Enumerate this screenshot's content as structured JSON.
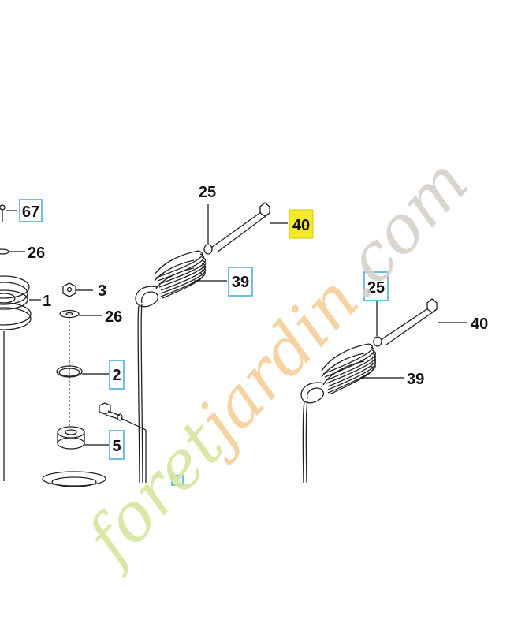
{
  "callouts": {
    "c67": "67",
    "c26a": "26",
    "c1": "1",
    "c3": "3",
    "c26b": "26",
    "c2": "2",
    "c5": "5",
    "c25a": "25",
    "c40a": "40",
    "c39a": "39",
    "c25b": "25",
    "c40b": "40",
    "c39b": "39"
  },
  "watermark": {
    "foret": "foret",
    "jardin": "jardin",
    "dotcom": ".com",
    "colors": {
      "green": "#d5e6a0",
      "orange": "#f6cf9a",
      "grey": "#d6d1c8"
    }
  },
  "colors": {
    "callout_box": "#4aaee0",
    "highlight": "#f4ec2a",
    "line": "#222222"
  }
}
